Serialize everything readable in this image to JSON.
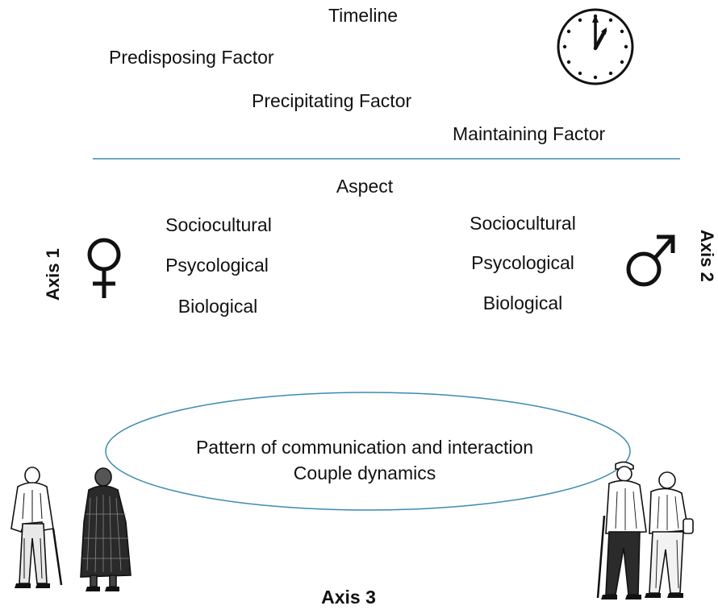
{
  "timeline": {
    "title": "Timeline",
    "factors": [
      "Predisposing Factor",
      "Precipitating Factor",
      "Maintaining Factor"
    ]
  },
  "aspect": {
    "title": "Aspect",
    "axis1": {
      "label": "Axis 1",
      "symbol": "female-symbol-icon",
      "items": [
        "Sociocultural",
        "Psycological",
        "Biological"
      ]
    },
    "axis2": {
      "label": "Axis 2",
      "symbol": "male-symbol-icon",
      "items": [
        "Sociocultural",
        "Psycological",
        "Biological"
      ]
    }
  },
  "axis3": {
    "label": "Axis 3",
    "lines": [
      "Pattern of communication and interaction",
      "Couple dynamics"
    ]
  },
  "colors": {
    "divider": "#3a8ab4",
    "ellipse": "#3a8ab4",
    "text": "#111111"
  },
  "icons": [
    "clock-icon",
    "female-symbol-icon",
    "male-symbol-icon",
    "elderly-couple-walking-apart-illustration",
    "elderly-couple-walking-together-illustration"
  ]
}
